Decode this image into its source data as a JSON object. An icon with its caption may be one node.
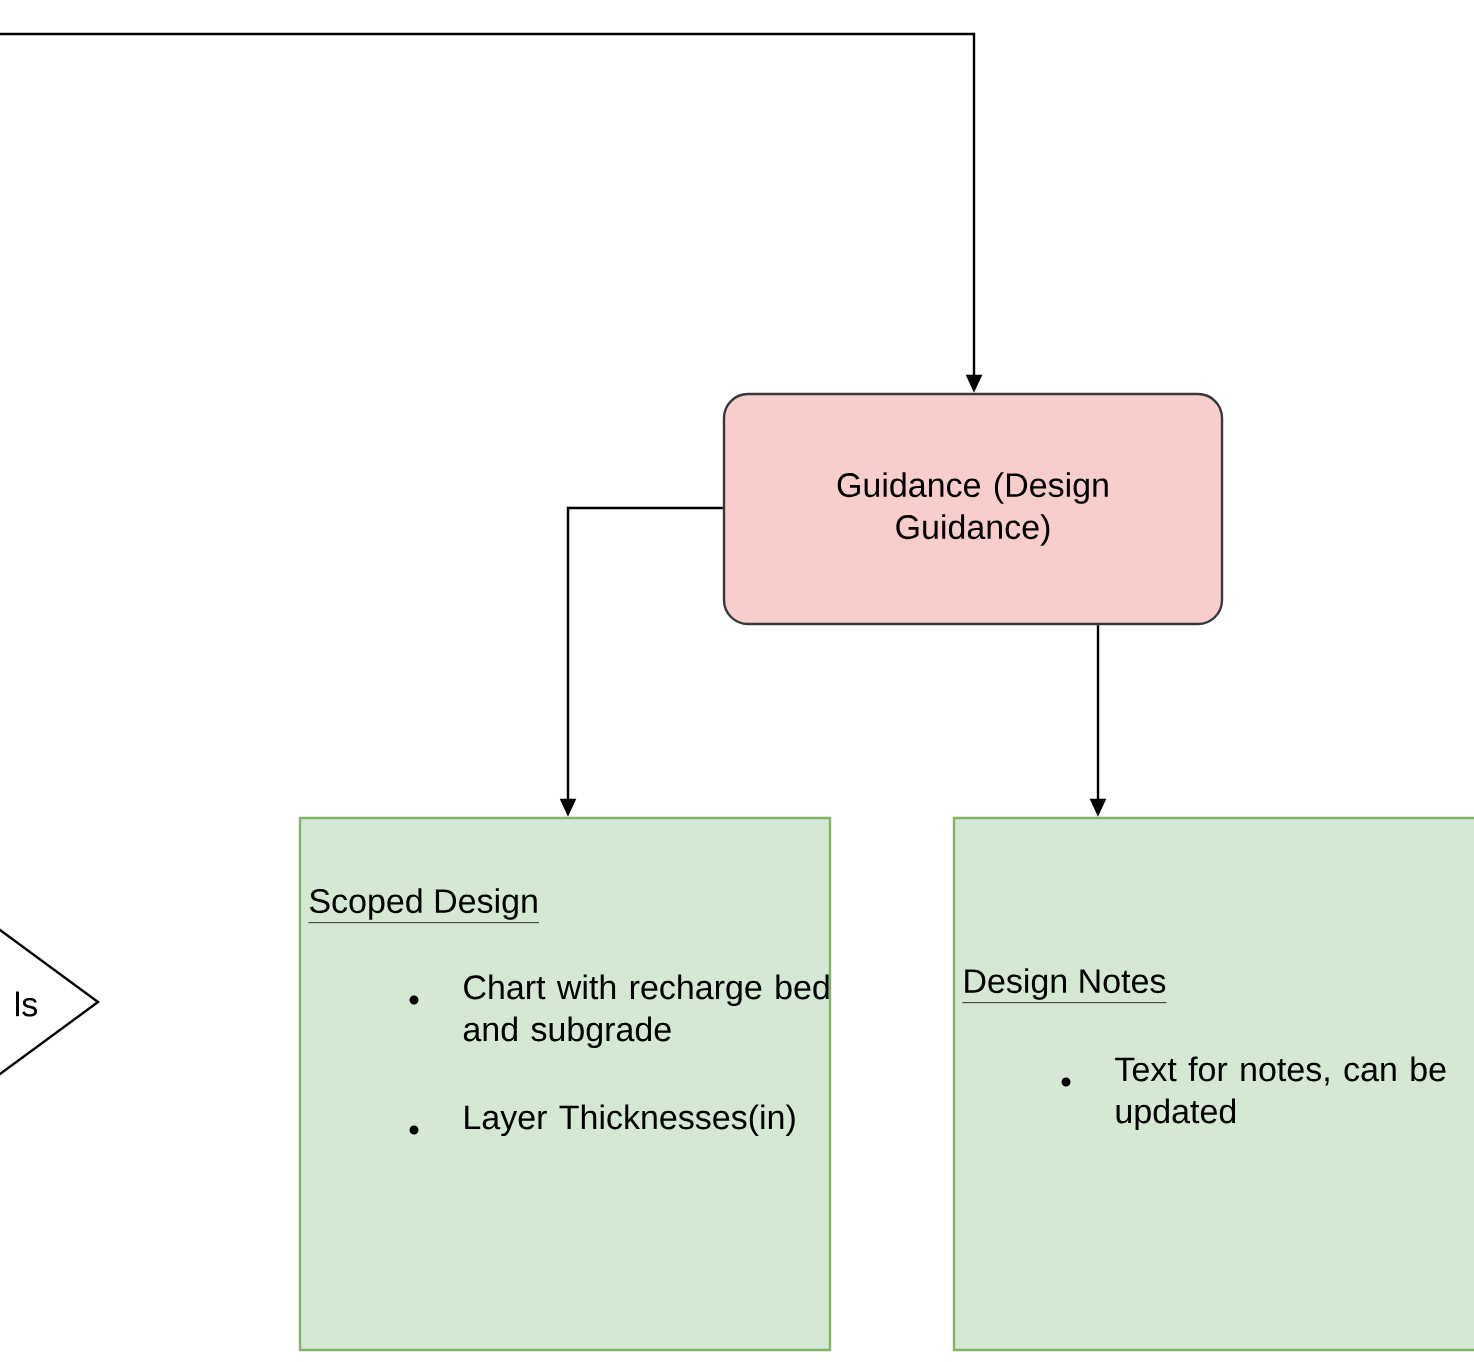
{
  "diagram": {
    "nodes": [
      {
        "text": [
          "ls"
        ]
      },
      {
        "text": [
          "Guidance (Design Guidance)"
        ]
      },
      {
        "text": [
          "Scoped Design",
          "Chart with recharge bed and subgrade",
          "Layer Thicknesses(in)"
        ]
      },
      {
        "text": [
          "Design Notes",
          "Text for notes, can be updated"
        ]
      }
    ],
    "edges": [
      {
        "from": null,
        "to": 1,
        "arrow": "to"
      },
      {
        "from": 1,
        "to": 2,
        "arrow": "to"
      },
      {
        "from": 1,
        "to": 3,
        "arrow": "to"
      }
    ]
  }
}
